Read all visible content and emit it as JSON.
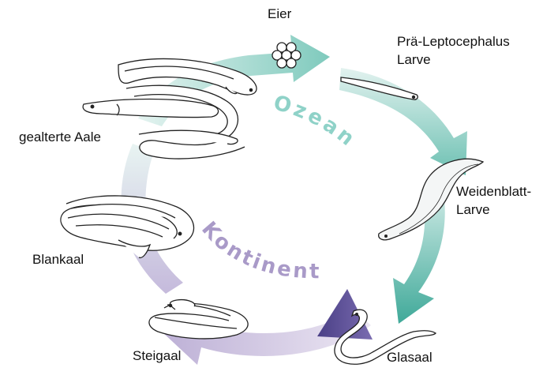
{
  "zones": {
    "ocean": "Ozean",
    "continent": "Kontinent"
  },
  "stages": {
    "eggs": "Eier",
    "pre_leptocephalus": [
      "Prä-Leptocephalus",
      "Larve"
    ],
    "willow_leaf_larva": [
      "Weidenblatt-",
      "Larve"
    ],
    "glass_eel": "Glasaal",
    "elver": "Steigaal",
    "silver_eel": "Blankaal",
    "aged_eels": "gealterte Aale"
  },
  "colors": {
    "ocean_ring": "#8ccfc6",
    "ocean_ring_dark": "#2f9a8b",
    "continent_ring": "#c8bcdc",
    "continent_ring_dark": "#6a5a9a",
    "ocean_text": "#8fd2c8",
    "continent_text": "#a99ac8",
    "eel_fill": "#ffffff",
    "eel_outline": "#222222"
  }
}
